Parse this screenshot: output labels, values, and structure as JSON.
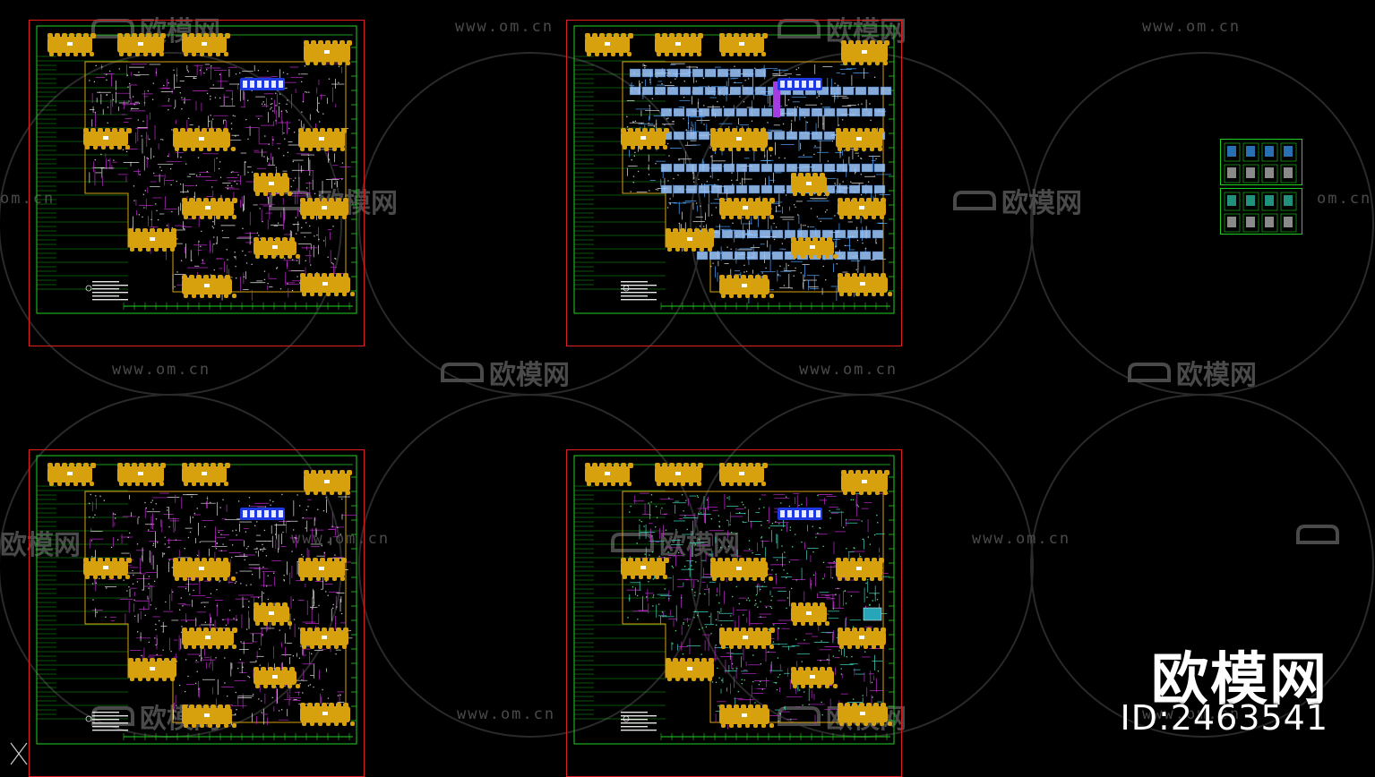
{
  "brand": {
    "name": "欧模网",
    "id_label": "ID:2463541"
  },
  "watermark": {
    "url": "www.om.cn",
    "url_cut": "om.cn",
    "logo": "欧模网",
    "logo_cut": "欧模网"
  },
  "colors": {
    "background": "#000000",
    "sheet_border": "#e02020",
    "grid_line": "#1fd11f",
    "furniture": "#d7a10e",
    "wall": "#c12bd1",
    "duct": "#46a6ff",
    "text_label": "#e6e6e6"
  },
  "icons": {
    "ucs": "ucs-axis-icon",
    "sofa": "sofa-logo-icon"
  }
}
